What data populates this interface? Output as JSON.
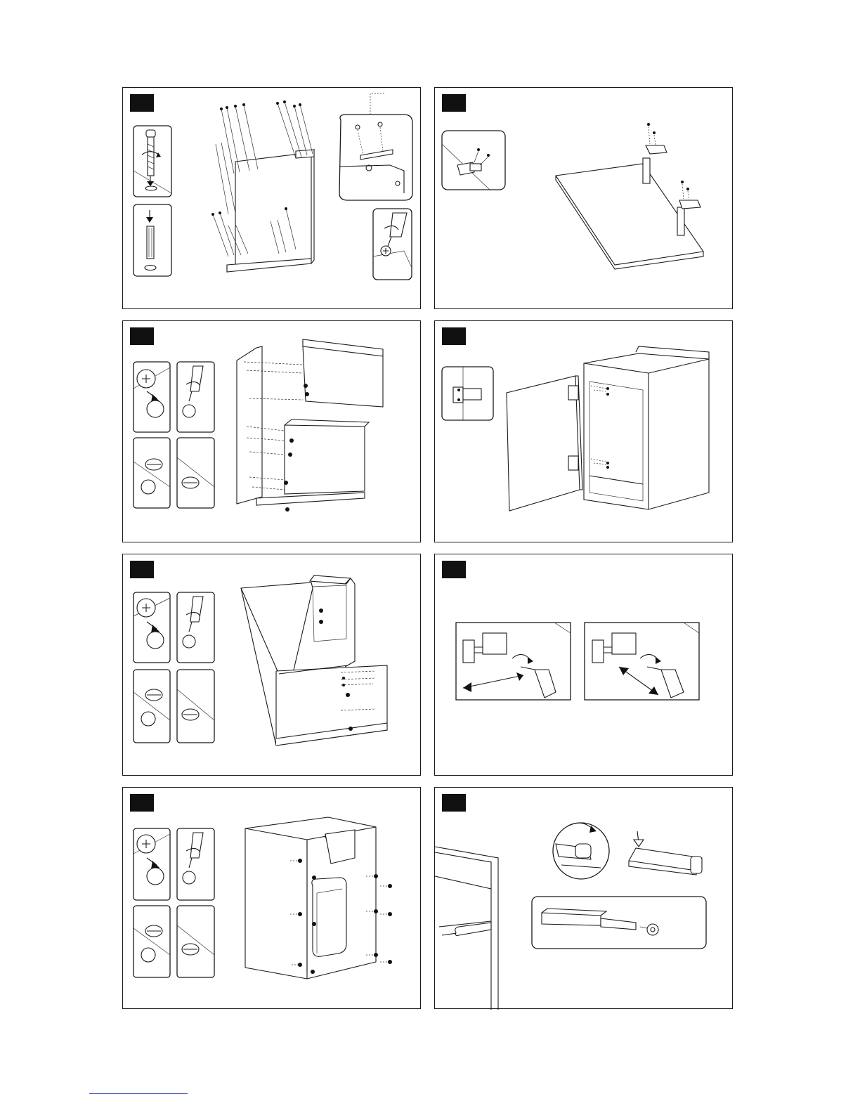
{
  "page": {
    "steps": [
      {
        "id": "step-1",
        "label": ""
      },
      {
        "id": "step-2",
        "label": ""
      },
      {
        "id": "step-3",
        "label": ""
      },
      {
        "id": "step-4",
        "label": ""
      },
      {
        "id": "step-5",
        "label": ""
      },
      {
        "id": "step-6",
        "label": ""
      },
      {
        "id": "step-7",
        "label": ""
      },
      {
        "id": "step-8",
        "label": ""
      }
    ]
  },
  "icons": {
    "cam-bolt": "cam-bolt-icon",
    "dowel": "wooden-dowel-icon",
    "screwdriver": "screwdriver-icon",
    "cam-lock": "cam-lock-icon",
    "hinge": "hinge-icon",
    "push-latch": "push-latch-icon"
  },
  "colors": {
    "ink": "#1a1a1a",
    "fill": "#111111",
    "paper": "#ffffff"
  }
}
